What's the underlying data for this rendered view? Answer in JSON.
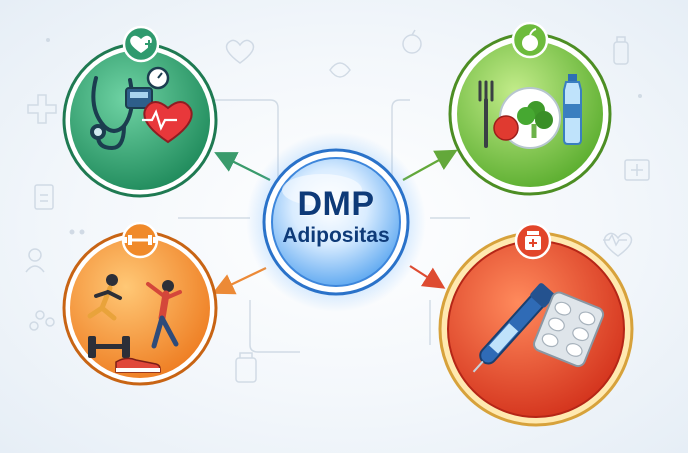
{
  "center": {
    "title": "DMP",
    "subtitle": "Adipositas"
  },
  "nodes": [
    {
      "key": "health",
      "badge_icon": "heart-plus-icon",
      "illustration": [
        "stethoscope-icon",
        "blood-pressure-monitor-icon",
        "heartbeat-heart-icon"
      ],
      "color": "#2f9a6e"
    },
    {
      "key": "nutrition",
      "badge_icon": "apple-icon",
      "illustration": [
        "fork-icon",
        "plate-vegetables-icon",
        "water-bottle-icon"
      ],
      "color": "#6dbb3c"
    },
    {
      "key": "exercise",
      "badge_icon": "dumbbell-icon",
      "illustration": [
        "runner-icon",
        "stretching-person-icon",
        "dumbbell-icon",
        "sneaker-icon"
      ],
      "color": "#f08a2a"
    },
    {
      "key": "medication",
      "badge_icon": "medicine-bottle-icon",
      "illustration": [
        "injection-pen-icon",
        "pill-blister-icon"
      ],
      "color": "#e2452a"
    }
  ],
  "colors": {
    "center_blue": "#1f6fd1",
    "text_navy": "#0e3a78",
    "arrow_health": "#3a9b6c",
    "arrow_nutrition": "#63a83a",
    "arrow_exercise": "#ec8a37",
    "arrow_medication": "#de4b31"
  }
}
